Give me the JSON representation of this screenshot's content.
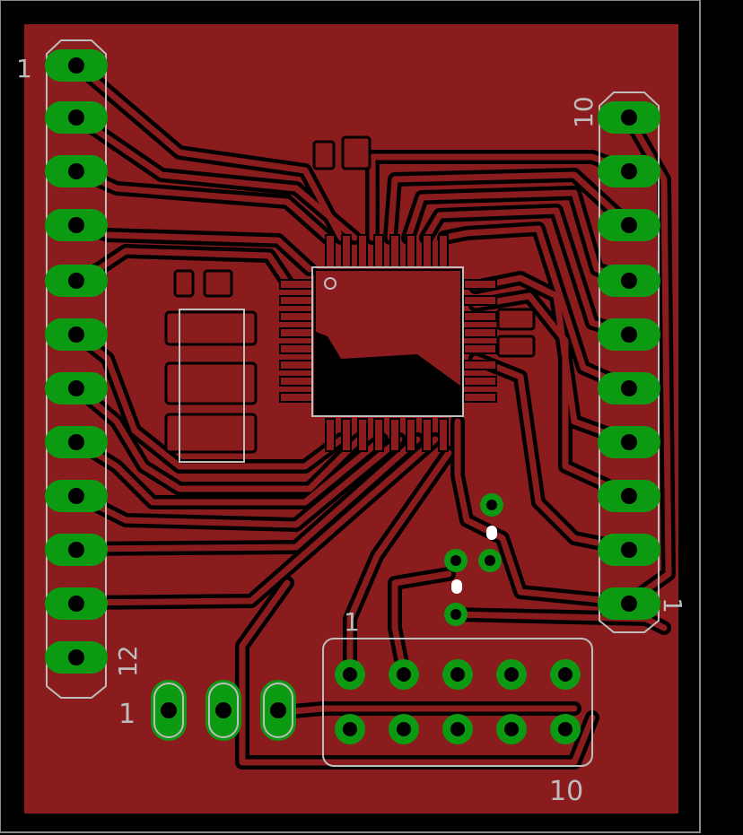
{
  "colors": {
    "background": "#000000",
    "copper": "#8b1c1e",
    "pad": "#0c9a12",
    "silkscreen": "#bdbdbd",
    "hole": "#000000"
  },
  "labels": {
    "left_header_pin1": "1",
    "left_header_pin12": "12",
    "right_header_pin10": "10",
    "right_header_pin1": "1",
    "power_header_pin1": "1",
    "jtag_header_pin1": "1",
    "jtag_header_pin10": "10"
  }
}
